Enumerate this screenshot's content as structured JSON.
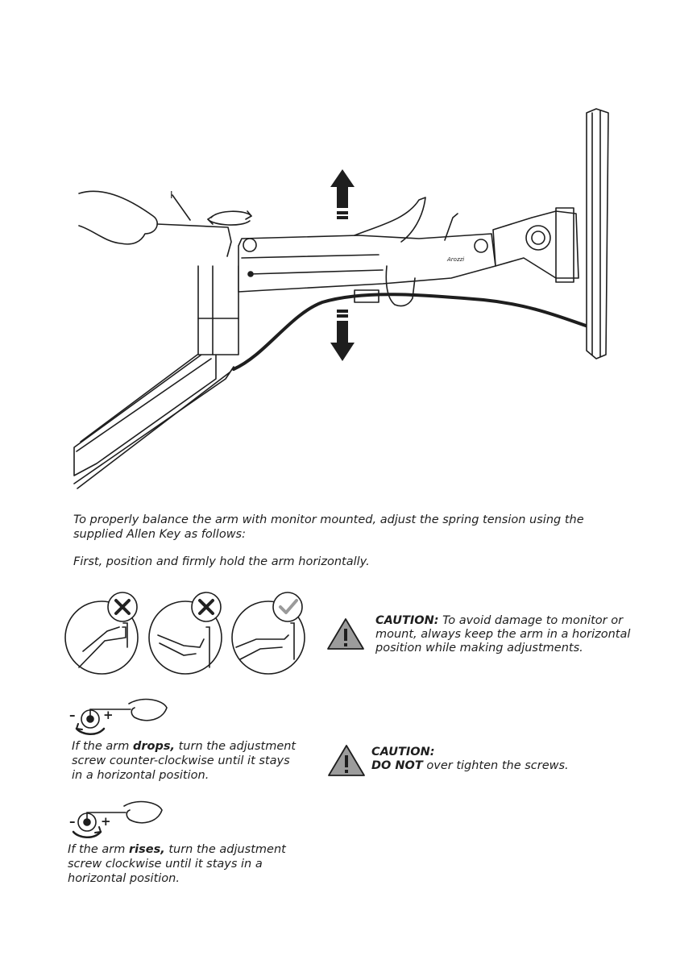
{
  "illustration": {
    "key_marker": "I",
    "brand": "Arozzi"
  },
  "intro": {
    "line1": "To properly balance the arm with monitor mounted, adjust the spring tension using the",
    "line2": "supplied Allen Key as follows:",
    "line3": "First, position and firmly hold the arm horizontally."
  },
  "positions": [
    {
      "status": "incorrect",
      "icon": "x-icon"
    },
    {
      "status": "incorrect",
      "icon": "x-icon"
    },
    {
      "status": "correct",
      "icon": "check-icon"
    }
  ],
  "caution1": {
    "label": "CAUTION:",
    "text_part1": " To avoid damage to monitor or",
    "line2": "mount,  always keep the arm in a horizontal",
    "line3": "position while making adjustments."
  },
  "drops": {
    "minus": "–",
    "plus": "+",
    "pre": "If the arm ",
    "keyword": "drops,",
    "post": " turn the adjustment",
    "line2": "screw counter-clockwise until it stays",
    "line3": "in a horizontal position."
  },
  "caution2": {
    "label": "CAUTION:",
    "emph": "DO NOT",
    "rest": " over tighten the screws."
  },
  "rises": {
    "minus": "–",
    "plus": "+",
    "pre": "If the arm ",
    "keyword": "rises,",
    "post": " turn the adjustment",
    "line2": "screw clockwise until it stays in a",
    "line3": "horizontal position."
  },
  "colors": {
    "ink": "#1e1e1e",
    "mark_x": "#222222",
    "mark_check": "#9a9a9a",
    "warning_fill": "#9c9c9c"
  }
}
